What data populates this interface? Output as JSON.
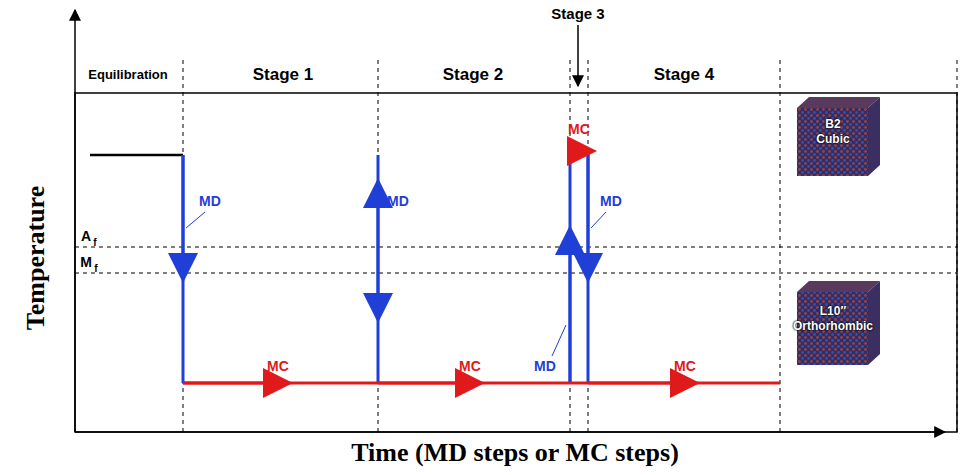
{
  "diagram": {
    "labels": [
      "Stage 3",
      "Equilibration",
      "Stage 1",
      "Stage 2",
      "Stage 4",
      "MD",
      "MD",
      "MD",
      "MD",
      "MC",
      "MC",
      "MC",
      "MC",
      "A",
      "f",
      "M",
      "f",
      "Temperature",
      "Time (MD steps or MC steps)",
      "B2",
      "Cubic",
      "L10″",
      "Orthorhombic"
    ]
  }
}
